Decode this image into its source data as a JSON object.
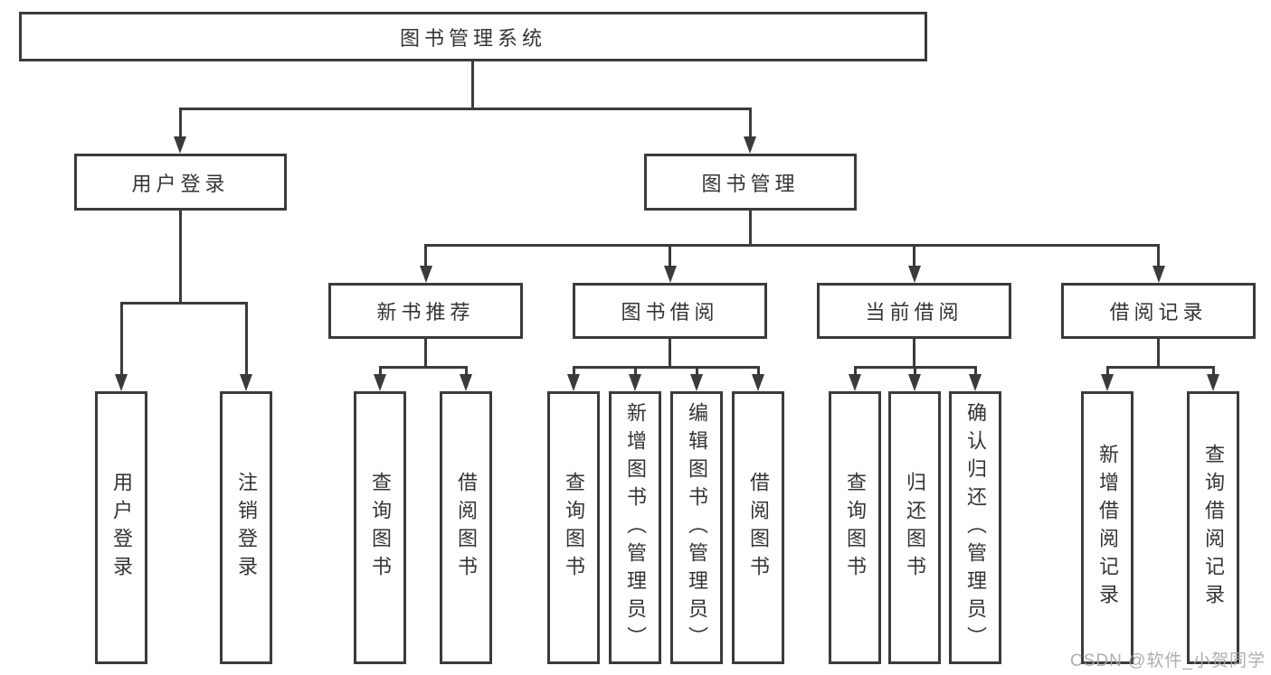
{
  "diagram": {
    "tree": {
      "root": {
        "label": "图书管理系统"
      },
      "branches": [
        {
          "label": "用户登录",
          "children": [
            {
              "label": "用户登录"
            },
            {
              "label": "注销登录"
            }
          ]
        },
        {
          "label": "图书管理",
          "children": [
            {
              "label": "新书推荐",
              "children": [
                {
                  "label": "查询图书"
                },
                {
                  "label": "借阅图书"
                }
              ]
            },
            {
              "label": "图书借阅",
              "children": [
                {
                  "label": "查询图书"
                },
                {
                  "label": "新增图书（管理员）"
                },
                {
                  "label": "编辑图书（管理员）"
                },
                {
                  "label": "借阅图书"
                }
              ]
            },
            {
              "label": "当前借阅",
              "children": [
                {
                  "label": "查询图书"
                },
                {
                  "label": "归还图书"
                },
                {
                  "label": "确认归还（管理员）"
                }
              ]
            },
            {
              "label": "借阅记录",
              "children": [
                {
                  "label": "新增借阅记录"
                },
                {
                  "label": "查询借阅记录"
                }
              ]
            }
          ]
        }
      ]
    },
    "colors": {
      "line": "#3b3b3b",
      "text": "#343434",
      "background": "#ffffff",
      "watermark": "#a5a5a5"
    }
  },
  "watermark": {
    "text": "CSDN @软件_小贺同学"
  }
}
